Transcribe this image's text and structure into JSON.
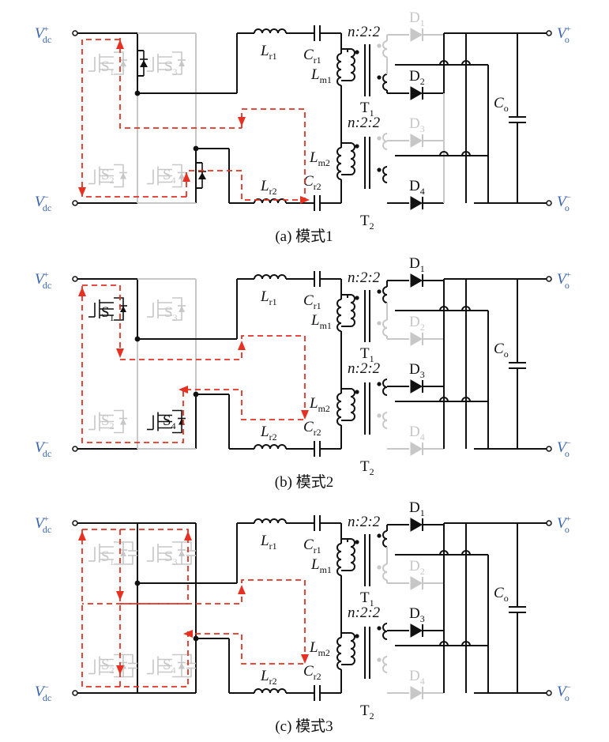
{
  "panels": [
    {
      "caption": "(a) 模式1",
      "labels": {
        "vin_p": "V",
        "vin_p_sup": "+",
        "vin_p_sub": "dc",
        "vin_n": "V",
        "vin_n_sup": "−",
        "vin_n_sub": "dc",
        "vo_p": "V",
        "vo_p_sup": "+",
        "vo_p_sub": "o",
        "vo_n": "V",
        "vo_n_sup": "−",
        "vo_n_sub": "o",
        "lr1": "L",
        "lr1_sub": "r1",
        "lr2": "L",
        "lr2_sub": "r2",
        "cr1": "C",
        "cr1_sub": "r1",
        "cr2": "C",
        "cr2_sub": "r2",
        "lm1": "L",
        "lm1_sub": "m1",
        "lm2": "L",
        "lm2_sub": "m2",
        "ratio1": "n:2:2",
        "ratio2": "n:2:2",
        "t1": "T",
        "t1_sub": "1",
        "t2": "T",
        "t2_sub": "2",
        "co": "C",
        "co_sub": "o",
        "d1": "D",
        "d1_sub": "1",
        "d2": "D",
        "d2_sub": "2",
        "d3": "D",
        "d3_sub": "3",
        "d4": "D",
        "d4_sub": "4",
        "s1": "S",
        "s1_sub": "1",
        "s2": "S",
        "s2_sub": "2",
        "s3": "S",
        "s3_sub": "3",
        "s4": "S",
        "s4_sub": "4"
      }
    },
    {
      "caption": "(b) 模式2",
      "labels": {
        "vin_p": "V",
        "vin_p_sup": "+",
        "vin_p_sub": "dc",
        "vin_n": "V",
        "vin_n_sup": "−",
        "vin_n_sub": "dc",
        "vo_p": "V",
        "vo_p_sup": "+",
        "vo_p_sub": "o",
        "vo_n": "V",
        "vo_n_sup": "−",
        "vo_n_sub": "o",
        "lr1": "L",
        "lr1_sub": "r1",
        "lr2": "L",
        "lr2_sub": "r2",
        "cr1": "C",
        "cr1_sub": "r1",
        "cr2": "C",
        "cr2_sub": "r2",
        "lm1": "L",
        "lm1_sub": "m1",
        "lm2": "L",
        "lm2_sub": "m2",
        "ratio1": "n:2:2",
        "ratio2": "n:2:2",
        "t1": "T",
        "t1_sub": "1",
        "t2": "T",
        "t2_sub": "2",
        "co": "C",
        "co_sub": "o",
        "d1": "D",
        "d1_sub": "1",
        "d2": "D",
        "d2_sub": "2",
        "d3": "D",
        "d3_sub": "3",
        "d4": "D",
        "d4_sub": "4",
        "s1": "S",
        "s1_sub": "1",
        "s2": "S",
        "s2_sub": "2",
        "s3": "S",
        "s3_sub": "3",
        "s4": "S",
        "s4_sub": "4"
      }
    },
    {
      "caption": "(c) 模式3",
      "labels": {
        "vin_p": "V",
        "vin_p_sup": "+",
        "vin_p_sub": "dc",
        "vin_n": "V",
        "vin_n_sup": "−",
        "vin_n_sub": "dc",
        "vo_p": "V",
        "vo_p_sup": "+",
        "vo_p_sub": "o",
        "vo_n": "V",
        "vo_n_sup": "−",
        "vo_n_sub": "o",
        "lr1": "L",
        "lr1_sub": "r1",
        "lr2": "L",
        "lr2_sub": "r2",
        "cr1": "C",
        "cr1_sub": "r1",
        "cr2": "C",
        "cr2_sub": "r2",
        "lm1": "L",
        "lm1_sub": "m1",
        "lm2": "L",
        "lm2_sub": "m2",
        "ratio1": "n:2:2",
        "ratio2": "n:2:2",
        "t1": "T",
        "t1_sub": "1",
        "t2": "T",
        "t2_sub": "2",
        "co": "C",
        "co_sub": "o",
        "d1": "D",
        "d1_sub": "1",
        "d2": "D",
        "d2_sub": "2",
        "d3": "D",
        "d3_sub": "3",
        "d4": "D",
        "d4_sub": "4",
        "s1": "S",
        "s1_sub": "1",
        "s2": "S",
        "s2_sub": "2",
        "s3": "S",
        "s3_sub": "3",
        "s4": "S",
        "s4_sub": "4"
      }
    }
  ],
  "colors": {
    "wire": "#111111",
    "inactive": "#c7c7c7",
    "current_path": "#e53122",
    "voltage_label": "#3a64b0"
  }
}
